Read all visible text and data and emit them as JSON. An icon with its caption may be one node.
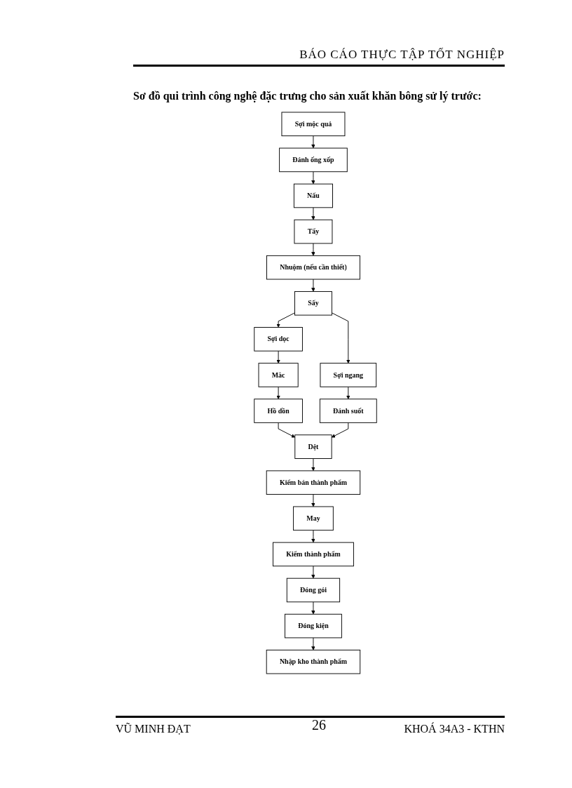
{
  "diagram": {
    "title": "Sơ đồ qui trình công nghệ đặc trưng cho sản xuất khăn bông sử lý trước:",
    "nodes": [
      {
        "text": [
          "Sợi mộc quả"
        ]
      },
      {
        "text": [
          "Đánh ống xốp"
        ]
      },
      {
        "text": [
          "Nấu"
        ]
      },
      {
        "text": [
          "Tẩy"
        ]
      },
      {
        "text": [
          "Nhuộm (nếu cần thiết)"
        ]
      },
      {
        "text": [
          "Sấy"
        ]
      },
      {
        "text": [
          "Sợi dọc"
        ]
      },
      {
        "text": [
          "Sợi ngang"
        ]
      },
      {
        "text": [
          "Mắc"
        ]
      },
      {
        "text": [
          "Đánh suốt"
        ]
      },
      {
        "text": [
          "Hồ dồn"
        ]
      },
      {
        "text": [
          "Dệt"
        ]
      },
      {
        "text": [
          "Kiểm bán thành phẩm"
        ]
      },
      {
        "text": [
          "May"
        ]
      },
      {
        "text": [
          "Kiểm thành phẩm"
        ]
      },
      {
        "text": [
          "Đóng gói"
        ]
      },
      {
        "text": [
          "Đóng kiện"
        ]
      },
      {
        "text": [
          "Nhập kho thành phẩm"
        ]
      }
    ],
    "edges": [
      {
        "from": 0,
        "to": 1,
        "arrow": "to"
      },
      {
        "from": 1,
        "to": 2,
        "arrow": "to"
      },
      {
        "from": 2,
        "to": 3,
        "arrow": "to"
      },
      {
        "from": 3,
        "to": 4,
        "arrow": "to"
      },
      {
        "from": 4,
        "to": 5,
        "arrow": "to"
      },
      {
        "from": 5,
        "to": 6,
        "arrow": "to"
      },
      {
        "from": 5,
        "to": 7,
        "arrow": "to"
      },
      {
        "from": 6,
        "to": 8,
        "arrow": "to"
      },
      {
        "from": 8,
        "to": 10,
        "arrow": "to"
      },
      {
        "from": 7,
        "to": 9,
        "arrow": "to"
      },
      {
        "from": 10,
        "to": 11,
        "arrow": "to"
      },
      {
        "from": 9,
        "to": 11,
        "arrow": "to"
      },
      {
        "from": 11,
        "to": 12,
        "arrow": "to"
      },
      {
        "from": 12,
        "to": 13,
        "arrow": "to"
      },
      {
        "from": 13,
        "to": 14,
        "arrow": "to"
      },
      {
        "from": 14,
        "to": 15,
        "arrow": "to"
      },
      {
        "from": 15,
        "to": 16,
        "arrow": "to"
      },
      {
        "from": 16,
        "to": 17,
        "arrow": "to"
      }
    ],
    "labels": [
      "BÁO CÁO THỰC TẬP TỐT NGHIỆP",
      "VŨ MINH ĐẠT",
      "26",
      "KHOÁ 34A3 - KTHN"
    ]
  }
}
